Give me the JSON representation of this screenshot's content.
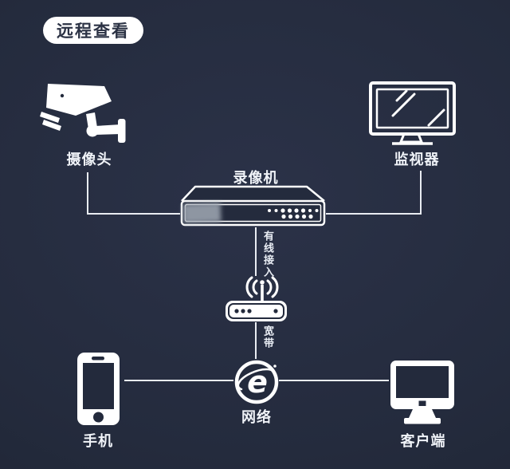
{
  "page": {
    "title_badge": "远程查看"
  },
  "colors": {
    "background": "#242b3d",
    "icon_white": "#ffffff",
    "icon_dark_fill": "#232a3c",
    "line": "#e9ecf2",
    "badge_bg": "#ffffff",
    "badge_text": "#2b3244",
    "blurred_sticker": "#9aa2ae"
  },
  "nodes": {
    "camera": {
      "label": "摄像头",
      "icon": "cctv-camera-icon"
    },
    "recorder": {
      "label": "录像机",
      "icon": "dvr-recorder-icon"
    },
    "monitor": {
      "label": "监视器",
      "icon": "monitor-icon"
    },
    "router": {
      "label": "宽带",
      "icon": "wifi-router-icon"
    },
    "network": {
      "label": "网络",
      "icon": "internet-explorer-icon"
    },
    "phone": {
      "label": "手机",
      "icon": "smartphone-icon"
    },
    "client": {
      "label": "客户端",
      "icon": "desktop-computer-icon"
    }
  },
  "edges": {
    "recorder_to_router_label": "有线接入"
  }
}
